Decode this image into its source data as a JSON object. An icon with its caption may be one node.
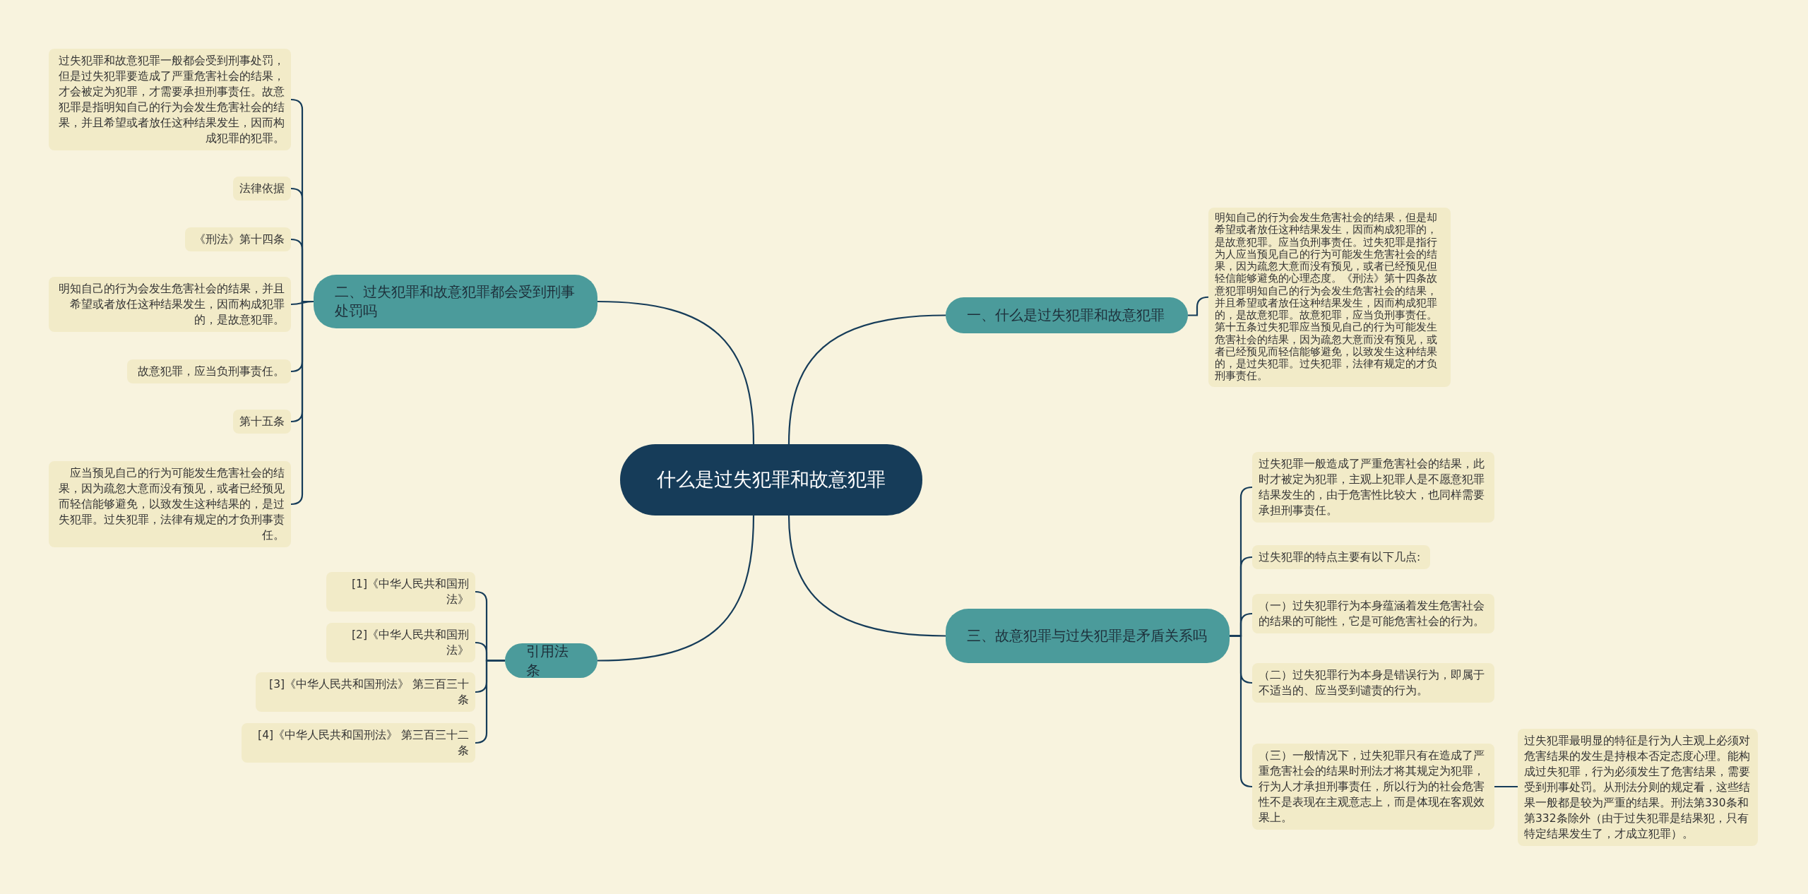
{
  "diagram": {
    "nodes": [
      {
        "text": [
          "什么是过失犯罪和故意犯罪"
        ]
      },
      {
        "text": [
          "一、什么是过失犯罪和故意犯罪"
        ]
      },
      {
        "text": [
          "明知自己的行为会发生危害社会的结果，但是却希望或者放任这种结果发生，因而构成犯罪的，是故意犯罪。应当负刑事责任。过失犯罪是指行为人应当预见自己的行为可能发生危害社会的结果，因为疏忽大意而没有预见，或者已经预见但轻信能够避免的心理态度。《刑法》第十四条故意犯罪明知自己的行为会发生危害社会的结果，并且希望或者放任这种结果发生，因而构成犯罪的，是故意犯罪。故意犯罪，应当负刑事责任。第十五条过失犯罪应当预见自己的行为可能发生危害社会的结果，因为疏忽大意而没有预见，或者已经预见而轻信能够避免，以致发生这种结果的，是过失犯罪。过失犯罪，法律有规定的才负刑事责任。"
        ]
      },
      {
        "text": [
          "二、过失犯罪和故意犯罪都会受到刑事处罚吗"
        ]
      },
      {
        "text": [
          "过失犯罪和故意犯罪一般都会受到刑事处罚，但是过失犯罪要造成了严重危害社会的结果，才会被定为犯罪，才需要承担刑事责任。故意犯罪是指明知自己的行为会发生危害社会的结果，并且希望或者放任这种结果发生，因而构成犯罪的犯罪。"
        ]
      },
      {
        "text": [
          "法律依据"
        ]
      },
      {
        "text": [
          "《刑法》第十四条"
        ]
      },
      {
        "text": [
          "明知自己的行为会发生危害社会的结果，并且希望或者放任这种结果发生，因而构成犯罪的，是故意犯罪。"
        ]
      },
      {
        "text": [
          "故意犯罪，应当负刑事责任。"
        ]
      },
      {
        "text": [
          "第十五条"
        ]
      },
      {
        "text": [
          "应当预见自己的行为可能发生危害社会的结果，因为疏忽大意而没有预见，或者已经预见而轻信能够避免，以致发生这种结果的，是过失犯罪。过失犯罪，法律有规定的才负刑事责任。"
        ]
      },
      {
        "text": [
          "引用法条"
        ]
      },
      {
        "text": [
          "[1]《中华人民共和国刑法》"
        ]
      },
      {
        "text": [
          "[2]《中华人民共和国刑法》"
        ]
      },
      {
        "text": [
          "[3]《中华人民共和国刑法》 第三百三十条"
        ]
      },
      {
        "text": [
          "[4]《中华人民共和国刑法》 第三百三十二条"
        ]
      },
      {
        "text": [
          "三、故意犯罪与过失犯罪是矛盾关系吗"
        ]
      },
      {
        "text": [
          "过失犯罪一般造成了严重危害社会的结果，此时才被定为犯罪，主观上犯罪人是不愿意犯罪结果发生的，由于危害性比较大，也同样需要承担刑事责任。"
        ]
      },
      {
        "text": [
          "过失犯罪的特点主要有以下几点:"
        ]
      },
      {
        "text": [
          "（一）过失犯罪行为本身蕴涵着发生危害社会的结果的可能性，它是可能危害社会的行为。"
        ]
      },
      {
        "text": [
          "（二）过失犯罪行为本身是错误行为，即属于不适当的、应当受到谴责的行为。"
        ]
      },
      {
        "text": [
          "（三）一般情况下，过失犯罪只有在造成了严重危害社会的结果时刑法才将其规定为犯罪，行为人才承担刑事责任，所以行为的社会危害性不是表现在主观意志上，而是体现在客观效果上。"
        ]
      },
      {
        "text": [
          "过失犯罪最明显的特征是行为人主观上必须对危害结果的发生是持根本否定态度心理。能构成过失犯罪，行为必须发生了危害结果，需要受到刑事处罚。从刑法分则的规定看，这些结果一般都是较为严重的结果。刑法第330条和第332条除外（由于过失犯罪是结果犯，只有特定结果发生了，才成立犯罪）。"
        ]
      }
    ],
    "edges": [
      {
        "from": 0,
        "to": 1,
        "arrow": "none"
      },
      {
        "from": 1,
        "to": 2,
        "arrow": "none"
      },
      {
        "from": 0,
        "to": 3,
        "arrow": "none"
      },
      {
        "from": 3,
        "to": 4,
        "arrow": "none"
      },
      {
        "from": 3,
        "to": 5,
        "arrow": "none"
      },
      {
        "from": 3,
        "to": 6,
        "arrow": "none"
      },
      {
        "from": 3,
        "to": 7,
        "arrow": "none"
      },
      {
        "from": 3,
        "to": 8,
        "arrow": "none"
      },
      {
        "from": 3,
        "to": 9,
        "arrow": "none"
      },
      {
        "from": 3,
        "to": 10,
        "arrow": "none"
      },
      {
        "from": 0,
        "to": 11,
        "arrow": "none"
      },
      {
        "from": 11,
        "to": 12,
        "arrow": "none"
      },
      {
        "from": 11,
        "to": 13,
        "arrow": "none"
      },
      {
        "from": 11,
        "to": 14,
        "arrow": "none"
      },
      {
        "from": 11,
        "to": 15,
        "arrow": "none"
      },
      {
        "from": 0,
        "to": 16,
        "arrow": "none"
      },
      {
        "from": 16,
        "to": 17,
        "arrow": "none"
      },
      {
        "from": 16,
        "to": 18,
        "arrow": "none"
      },
      {
        "from": 16,
        "to": 19,
        "arrow": "none"
      },
      {
        "from": 16,
        "to": 20,
        "arrow": "none"
      },
      {
        "from": 16,
        "to": 21,
        "arrow": "none"
      },
      {
        "from": 21,
        "to": 22,
        "arrow": "none"
      }
    ]
  }
}
